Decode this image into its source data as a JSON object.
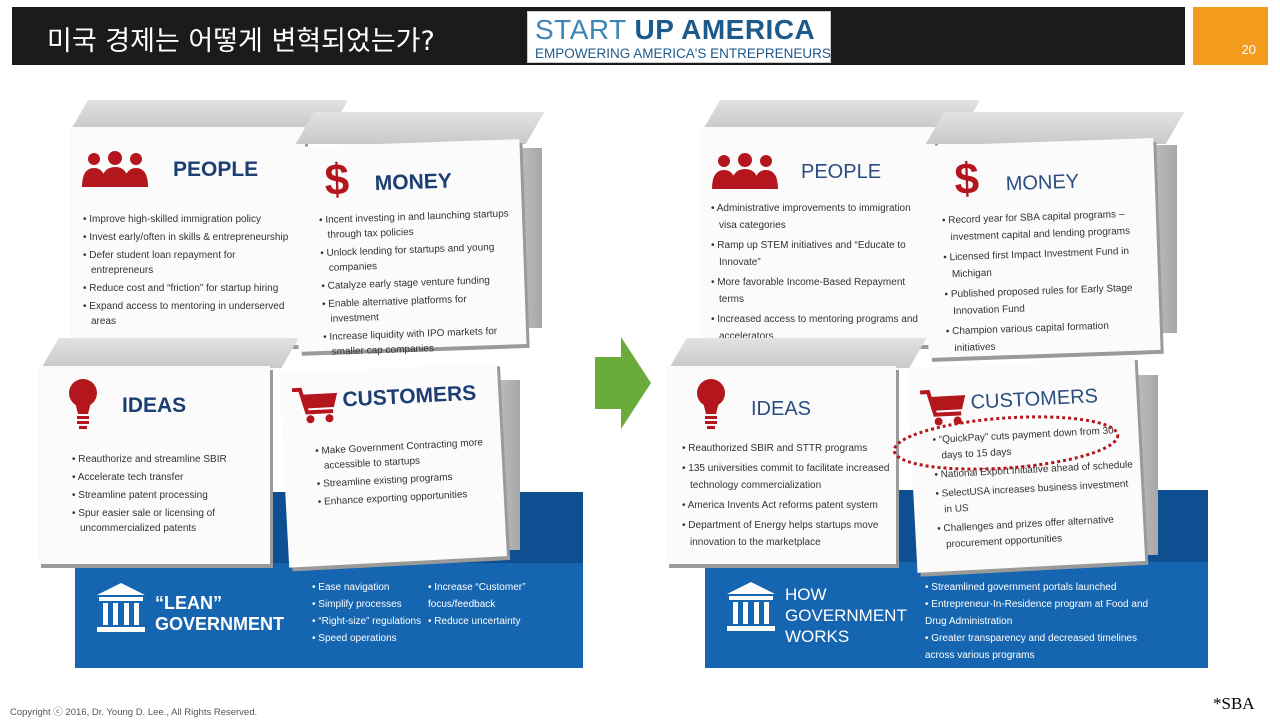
{
  "header": {
    "title": "미국 경제는 어떻게 변혁되었는가?",
    "logo_line1_a": "START ",
    "logo_line1_b": "UP AMERICA",
    "logo_line2": "EMPOWERING AMERICA'S ENTREPRENEURS",
    "page_number": "20"
  },
  "left": {
    "people": {
      "title": "PEOPLE",
      "items": [
        "Improve high-skilled immigration policy",
        "Invest early/often in skills & entrepreneurship",
        "Defer student loan repayment for entrepreneurs",
        "Reduce cost and “friction” for startup hiring",
        "Expand access to mentoring in underserved areas"
      ]
    },
    "money": {
      "title": "MONEY",
      "items": [
        "Incent investing in and launching startups through tax policies",
        "Unlock lending for startups and young companies",
        "Catalyze early stage venture funding",
        "Enable alternative platforms for investment",
        "Increase liquidity with IPO markets for smaller cap companies"
      ]
    },
    "ideas": {
      "title": "IDEAS",
      "items": [
        "Reauthorize and streamline SBIR",
        "Accelerate tech transfer",
        "Streamline patent processing",
        "Spur easier sale or licensing of uncommercialized patents"
      ]
    },
    "customers": {
      "title": "CUSTOMERS",
      "items": [
        "Make Government Contracting more accessible to startups",
        "Streamline existing programs",
        "Enhance exporting opportunities"
      ]
    },
    "government": {
      "title_line1": "“LEAN”",
      "title_line2": "GOVERNMENT",
      "col1": [
        "Ease navigation",
        "Simplify processes",
        "“Right-size” regulations",
        "Speed operations"
      ],
      "col2": [
        "Increase “Customer” focus/feedback",
        "Reduce uncertainty"
      ]
    }
  },
  "right": {
    "people": {
      "title": "PEOPLE",
      "items": [
        "Administrative improvements to immigration visa categories",
        "Ramp up STEM initiatives and “Educate to Innovate”",
        "More favorable Income-Based Repayment terms",
        "Increased access to mentoring programs and accelerators"
      ]
    },
    "money": {
      "title": "MONEY",
      "items": [
        "Record year for SBA capital programs – investment capital and lending programs",
        "Licensed first Impact Investment Fund in Michigan",
        "Published proposed rules for Early Stage Innovation Fund",
        "Champion various capital formation initiatives"
      ]
    },
    "ideas": {
      "title": "IDEAS",
      "items": [
        "Reauthorized SBIR and STTR programs",
        "135 universities commit to facilitate increased technology commercialization",
        "America Invents Act reforms patent system",
        "Department of Energy helps startups move innovation to the marketplace"
      ]
    },
    "customers": {
      "title": "CUSTOMERS",
      "items": [
        "“QuickPay” cuts payment down from 30 days to 15 days",
        "National Export Initiative ahead of schedule",
        "SelectUSA increases business investment in US",
        "Challenges and prizes offer alternative procurement opportunities"
      ]
    },
    "government": {
      "title_line1": "HOW",
      "title_line2": "GOVERNMENT",
      "title_line3": "WORKS",
      "items": [
        "Streamlined government portals launched",
        "Entrepreneur-In-Residence program at Food and Drug Administration",
        "Greater transparency and decreased timelines across various programs"
      ]
    }
  },
  "footer": {
    "copyright": "Copyright ⓒ 2016, Dr. Young D. Lee., All Rights Reserved.",
    "source": "*SBA"
  },
  "colors": {
    "accent_red": "#b3161c",
    "heading_blue": "#1c3e72",
    "gov_blue": "#1565b0",
    "arrow_green": "#6aab3c",
    "page_badge": "#f39c1e"
  }
}
